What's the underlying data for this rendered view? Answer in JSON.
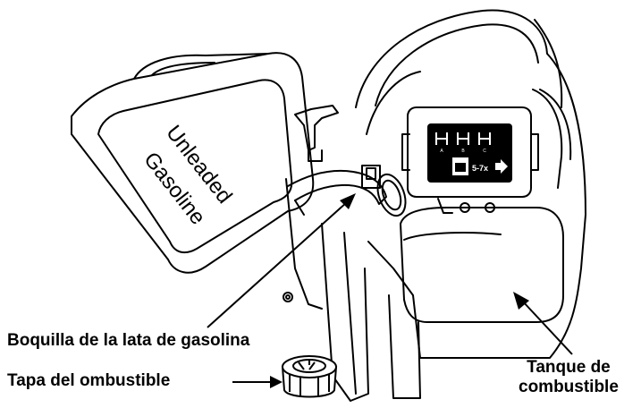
{
  "diagram": {
    "can_label_line1": "Unleaded",
    "can_label_line2": "Gasoline",
    "control_panel": {
      "letters": [
        "A",
        "B",
        "C"
      ],
      "prime_count": "5-7x"
    }
  },
  "callouts": {
    "nozzle": "Boquilla de la lata de gasolina",
    "fuel_cap": "Tapa del  ombustible",
    "tank_line1": "Tanque de",
    "tank_line2": "combustible"
  },
  "colors": {
    "ink": "#000000",
    "paper": "#ffffff",
    "panel": "#000000"
  }
}
